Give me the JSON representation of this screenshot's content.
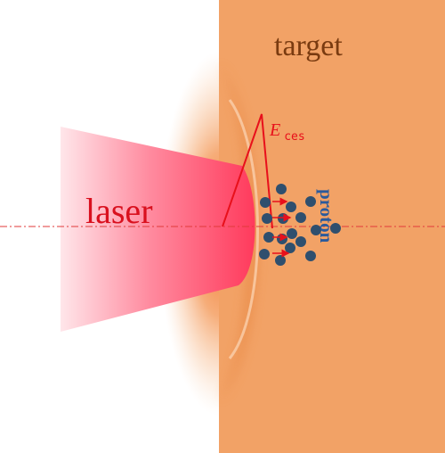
{
  "labels": {
    "target": "target",
    "laser": "laser",
    "field_symbol": "E",
    "field_subscript": "ces",
    "proton": "proton"
  },
  "colors": {
    "target_fill": "#F2A266",
    "target_edge": "#E98945",
    "glow": "#F07A2A",
    "laser_light": "#FFE6EA",
    "laser_mid": "#FF7C90",
    "laser_dark": "#FF3A5C",
    "target_text": "#7A3B10",
    "laser_text": "#D9101E",
    "field_color": "#E8101B",
    "proton_fill": "#2F4F6E",
    "proton_text": "#2A5A9C",
    "axis_line": "#E23A3A"
  }
}
